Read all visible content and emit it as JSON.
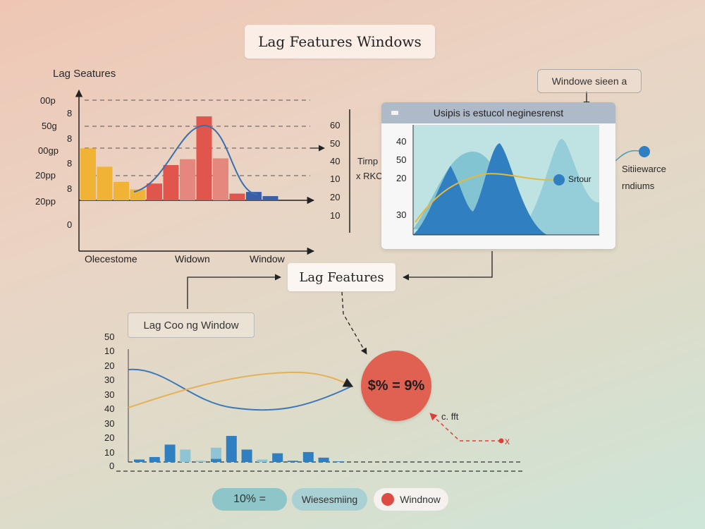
{
  "title": "Lag Features Windows",
  "chart1": {
    "label": "Lag Seatures",
    "y_ticks": [
      "00p",
      "8",
      "50g",
      "8",
      "00gp",
      "8",
      "20pp",
      "8",
      "20pp",
      "0"
    ],
    "x_ticks": [
      "Olecestome",
      "Widown",
      "Window"
    ],
    "bars": [
      0.62,
      0.4,
      0.22,
      0.13,
      0.2,
      0.42,
      0.49,
      1.0,
      0.5,
      0.08,
      0.1,
      0.05
    ],
    "bar_colors": [
      "#f1b335",
      "#f1b335",
      "#f1b335",
      "#f1b335",
      "#e0554c",
      "#e0554c",
      "#e5877c",
      "#e0554c",
      "#e5877c",
      "#e0554c",
      "#3b5ea8",
      "#3b5ea8"
    ]
  },
  "middle_axis": {
    "ticks": [
      "60",
      "50",
      "40",
      "10",
      "20",
      "10"
    ],
    "label_line1": "Tirnp",
    "label_line2": "x RKC"
  },
  "callout": "Windowe sieen a",
  "panel": {
    "header": "Usipis is estucol neginesrenst",
    "y_ticks": [
      "40",
      "50",
      "20",
      "30"
    ],
    "marker_label": "Srtour",
    "colors": {
      "light": "#7cc0d0",
      "dark": "#2f7fc1",
      "yellow": "#e3b83e",
      "bg": "#bfe3e3"
    }
  },
  "side_label": {
    "line1": "Sitiiewarce",
    "line2": "rndiums"
  },
  "lag_features": "Lag Features",
  "cooling": "Lag Coo ng Window",
  "chart2": {
    "y_ticks": [
      "50",
      "10",
      "20",
      "30",
      "30",
      "40",
      "30",
      "20",
      "10",
      "0"
    ],
    "bars_dark": [
      0.04,
      0.08,
      0.28,
      0,
      0,
      0.05,
      0.42,
      0.2,
      0,
      0.14,
      0.02,
      0.16,
      0.07,
      0.01
    ],
    "bars_light": [
      0,
      0,
      0,
      0.2,
      0.02,
      0.23,
      0,
      0,
      0.04,
      0,
      0,
      0,
      0,
      0
    ]
  },
  "circle_text": "$% = 9%",
  "small_note": "c. fft",
  "legend": {
    "pill1": "10% =",
    "pill2": "Wiesesmiing",
    "pill3": "Windnow"
  },
  "accent": {
    "red": "#e06151",
    "blue": "#2f7fc1",
    "orange": "#e3b15a"
  }
}
